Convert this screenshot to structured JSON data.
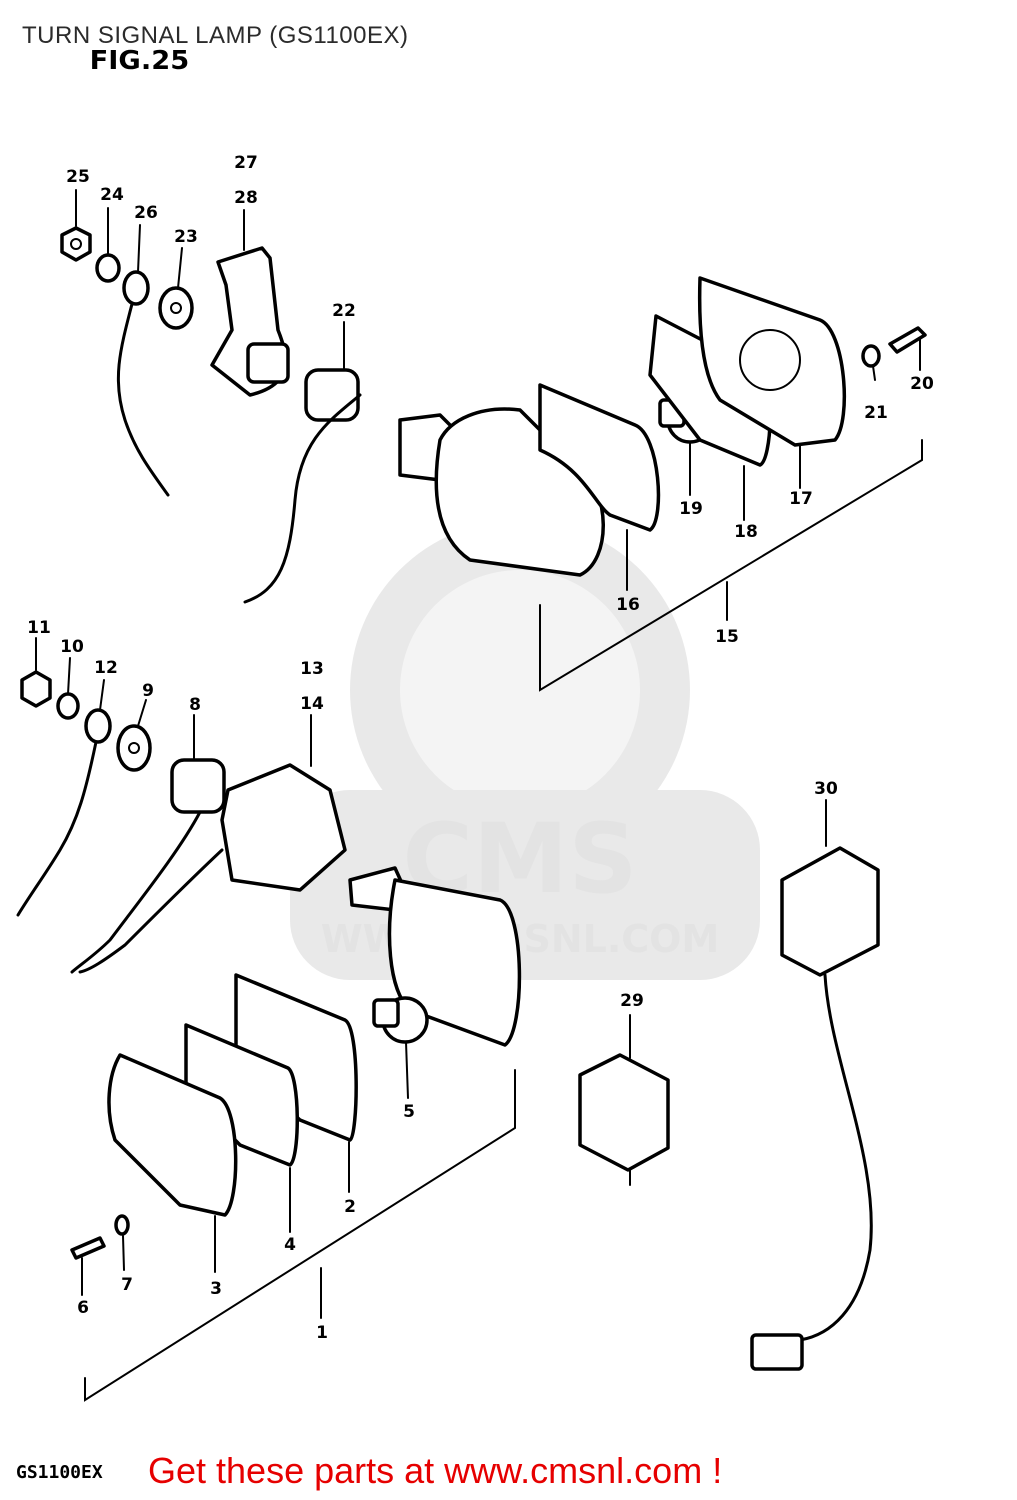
{
  "header": {
    "title": "TURN SIGNAL LAMP (GS1100EX)",
    "figure": "FIG.25"
  },
  "watermark": {
    "brand": "CMS",
    "url": "WWW.CMSNL.COM"
  },
  "callouts": {
    "c1": "1",
    "c2": "2",
    "c3": "3",
    "c4": "4",
    "c5": "5",
    "c6": "6",
    "c7": "7",
    "c8": "8",
    "c9": "9",
    "c10": "10",
    "c11": "11",
    "c12": "12",
    "c13": "13",
    "c14": "14",
    "c15": "15",
    "c16": "16",
    "c17": "17",
    "c18": "18",
    "c19": "19",
    "c20": "20",
    "c21": "21",
    "c22": "22",
    "c23": "23",
    "c24": "24",
    "c25": "25",
    "c26": "26",
    "c27": "27",
    "c28": "28",
    "c29": "29",
    "c30": "30"
  },
  "footer": {
    "model": "GS1100EX",
    "cta": "Get these parts at www.cmsnl.com !"
  },
  "colors": {
    "cta": "#e60000",
    "ink": "#000000",
    "watermark": "#e9e9e9"
  }
}
